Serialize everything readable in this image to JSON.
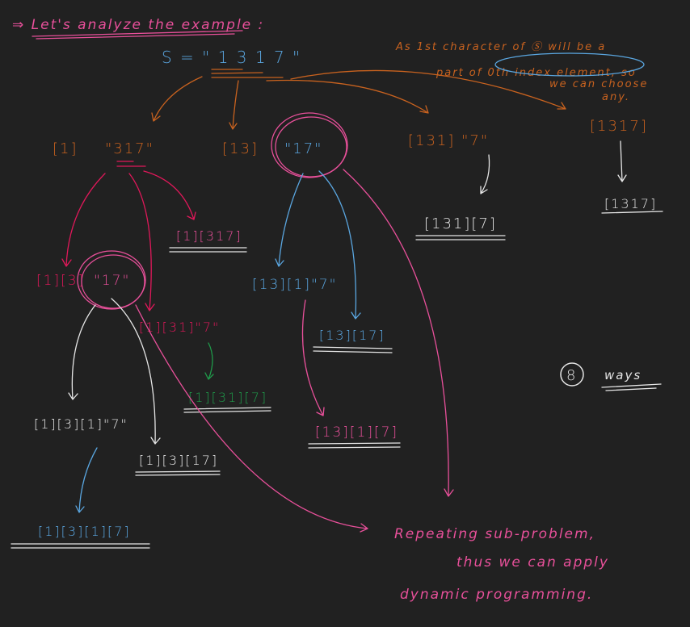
{
  "title": "⇒ Let's analyze the example :",
  "input": "S = \" 1 3 1 7 \"",
  "note": {
    "line1": "As 1st character of Ⓢ will be a",
    "line2": "part of 0th index element, so",
    "line3": "we can choose",
    "line4": "any."
  },
  "level1": {
    "a_prefix": "[1]",
    "a_rest": "\"317\"",
    "b_prefix": "[13]",
    "b_rest": "\"17\"",
    "c": "[131] \"7\"",
    "d": "[1317]"
  },
  "results": {
    "r1317": "[1317]",
    "r131_7": "[131][7]",
    "r1_317": "[1][317]",
    "r13_17": "[13][17]",
    "r1_31_7": "[1][31][7]",
    "r13_1_7": "[13][1][7]",
    "r1_3_17": "[1][3][17]",
    "r1_3_1_7": "[1][3][1][7]"
  },
  "level2": {
    "a_prefix": "[1][3]",
    "a_rest": "\"17\"",
    "b": "[13][1]\"7\"",
    "c": "[1][31]\"7\""
  },
  "level3": {
    "a": "[1][3][1]\"7\""
  },
  "count": {
    "number": "8",
    "label": "ways"
  },
  "conclusion": {
    "line1": "Repeating sub-problem,",
    "line2": "thus we can apply",
    "line3": "dynamic programming."
  },
  "colors": {
    "background": "#212121",
    "orange": "#c8621f",
    "blue": "#5aa6e0",
    "pink": "#e8509a",
    "red": "#e0185a",
    "green": "#1f9a4a",
    "white": "#e6e6e6"
  }
}
